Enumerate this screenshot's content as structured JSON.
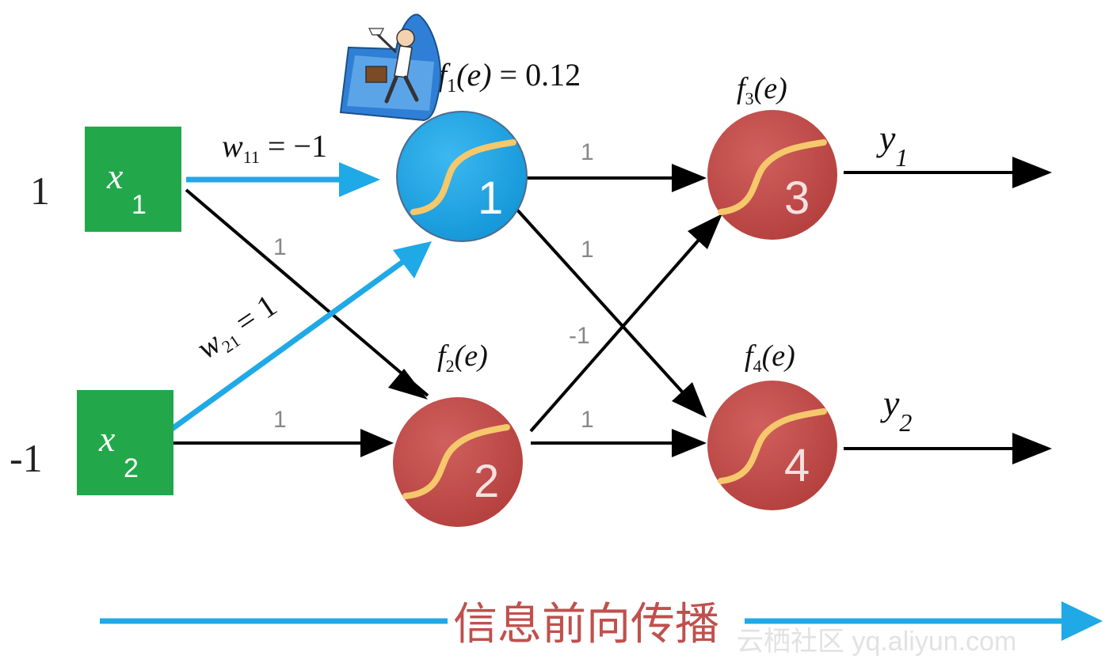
{
  "inputs": [
    {
      "value": "1",
      "var": "x",
      "sub": "1"
    },
    {
      "value": "-1",
      "var": "x",
      "sub": "2"
    }
  ],
  "weights": {
    "w11": {
      "var": "w",
      "sub": "11",
      "rest": " = −1"
    },
    "w21": {
      "var": "w",
      "sub": "21",
      "rest": " = 1"
    },
    "x1_to_n2": "1",
    "x2_to_n2": "1",
    "n1_to_n3": "1",
    "n1_to_n4": "1",
    "n2_to_n3": "-1",
    "n2_to_n4": "1"
  },
  "neurons": [
    {
      "id": "1",
      "func": "f",
      "sub": "1",
      "arg": "(e)",
      "value": " = 0.12"
    },
    {
      "id": "2",
      "func": "f",
      "sub": "2",
      "arg": "(e)",
      "value": ""
    },
    {
      "id": "3",
      "func": "f",
      "sub": "3",
      "arg": "(e)",
      "value": ""
    },
    {
      "id": "4",
      "func": "f",
      "sub": "4",
      "arg": "(e)",
      "value": ""
    }
  ],
  "outputs": [
    {
      "var": "y",
      "sub": "1"
    },
    {
      "var": "y",
      "sub": "2"
    }
  ],
  "footer": {
    "caption": "信息前向传播",
    "watermark": "云栖社区 yq.aliyun.com"
  },
  "colors": {
    "input_box": "#22a84a",
    "active_neuron": "#1aa8ea",
    "neuron": "#c0504d",
    "sigmoid_curve": "#f5c86c",
    "active_arrow": "#1fa9e6",
    "arrow": "#000000",
    "caption": "#c0504d"
  },
  "icons": {
    "messenger": "running-messenger-icon"
  }
}
